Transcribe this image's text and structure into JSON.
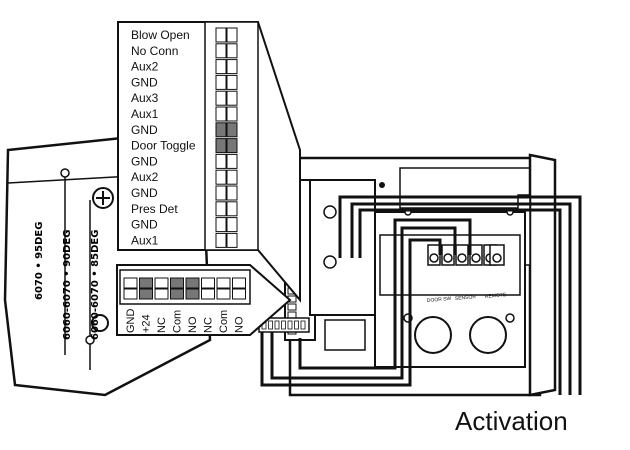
{
  "terminal_block_top": {
    "labels": [
      "Blow Open",
      "No Conn",
      "Aux2",
      "GND",
      "Aux3",
      "Aux1",
      "GND",
      "Door Toggle",
      "GND",
      "Aux2",
      "GND",
      "Pres Det",
      "GND",
      "Aux1"
    ],
    "filled_rows": [
      6,
      7
    ]
  },
  "terminal_block_bottom": {
    "labels": [
      "GND",
      "+24",
      "NC",
      "Com",
      "NO",
      "NC",
      "Com",
      "NO"
    ],
    "filled_columns": [
      1,
      3,
      4
    ]
  },
  "side_labels": [
    "6060-6070 • 85DEG",
    "6060-6070 • 90DEG",
    "6070 • 95DEG"
  ],
  "callout_label": "Activation",
  "module_labels": [
    "DOOR SW",
    "SENSOR",
    "REMOTE"
  ],
  "colors": {
    "line": "#111111",
    "fill_dark": "#777777",
    "background": "#ffffff"
  }
}
